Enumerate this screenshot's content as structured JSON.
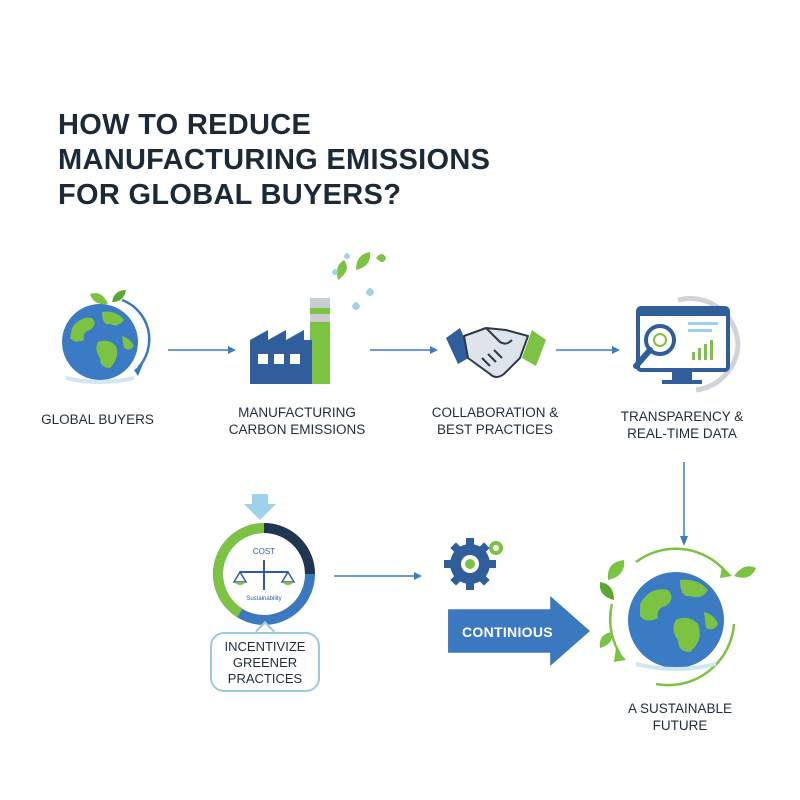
{
  "title": {
    "line1": "HOW TO REDUCE",
    "line2": "MANUFACTURING EMISSIONS",
    "line3": "FOR GLOBAL BUYERS?"
  },
  "steps": [
    {
      "id": "global-buyers",
      "line1": "GLOBAL BUYERS",
      "line2": ""
    },
    {
      "id": "manufacturing",
      "line1": "MANUFACTURING",
      "line2": "CARBON EMISSIONS"
    },
    {
      "id": "collaboration",
      "line1": "COLLABORATION &",
      "line2": "BEST PRACTICES"
    },
    {
      "id": "transparency",
      "line1": "TRANSPARENCY &",
      "line2": "REAL-TIME DATA"
    }
  ],
  "incentive": {
    "cost_label": "COST",
    "scale_label": "Sustainability",
    "bubble_line1": "INCENTIVIZE",
    "bubble_line2": "GREENER",
    "bubble_line3": "PRACTICES"
  },
  "continuous_label": "CONTINIOUS",
  "future": {
    "line1": "A SUSTAINABLE",
    "line2": "FUTURE"
  },
  "colors": {
    "blue": "#3b78bf",
    "dark_blue": "#2f5e9b",
    "green": "#7cc243",
    "light_blue": "#9fd1ea",
    "arrow": "#3c7cc2"
  }
}
